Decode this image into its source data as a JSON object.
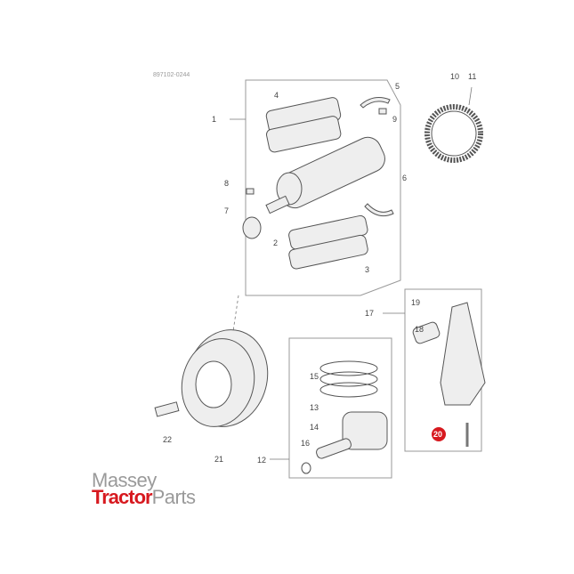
{
  "diagram": {
    "reference_code": "897102-0244",
    "highlighted_part": "20",
    "highlight_color": "#d7191f",
    "callouts": [
      "1",
      "2",
      "3",
      "4",
      "5",
      "6",
      "7",
      "8",
      "9",
      "10",
      "11",
      "12",
      "13",
      "14",
      "15",
      "16",
      "17",
      "18",
      "19",
      "20",
      "21",
      "22"
    ]
  },
  "logo": {
    "line1": "Massey",
    "line2a": "Tractor",
    "line2b": "Parts",
    "brand_color": "#d7191f"
  }
}
